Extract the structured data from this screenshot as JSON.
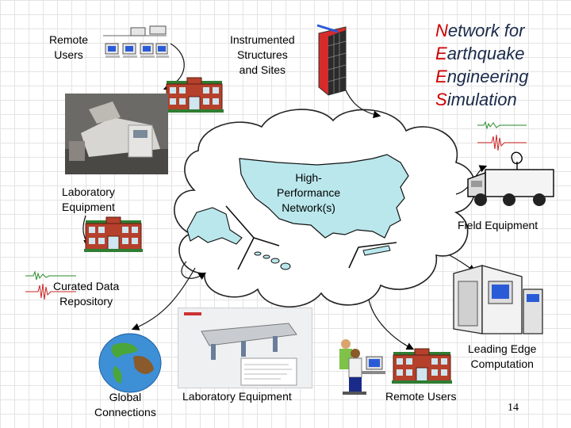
{
  "title": {
    "lines": [
      {
        "cap": "N",
        "rest": "etwork for"
      },
      {
        "cap": "E",
        "rest": "arthquake"
      },
      {
        "cap": "E",
        "rest": "ngineering"
      },
      {
        "cap": "S",
        "rest": "imulation"
      }
    ]
  },
  "labels": {
    "remote_users_top": [
      "Remote",
      "Users"
    ],
    "instrumented": [
      "Instrumented",
      "Structures",
      "and Sites"
    ],
    "lab_equipment_left": [
      "Laboratory",
      "Equipment"
    ],
    "network": [
      "High-",
      "Performance",
      "Network(s)"
    ],
    "field_equipment": "Field Equipment",
    "curated": [
      "Curated Data",
      "Repository"
    ],
    "leading_edge": [
      "Leading Edge",
      "Computation"
    ],
    "global": [
      "Global",
      "Connections"
    ],
    "lab_equipment_bottom": "Laboratory Equipment",
    "remote_users_bottom": "Remote Users"
  },
  "page_number": "14",
  "colors": {
    "title_capital": "#cc0000",
    "title_text": "#1a2a4a",
    "building": "#b5402b",
    "building_roof": "#2f7d32",
    "map_fill": "#b9e7ec",
    "globe": "#3d8fd6"
  },
  "icons": [
    "computer-icon",
    "building-icon",
    "tower-icon",
    "truck-icon",
    "satellite-dish-icon",
    "seismograph-icon",
    "globe-icon",
    "supercomputer-icon",
    "people-at-computer-icon"
  ]
}
